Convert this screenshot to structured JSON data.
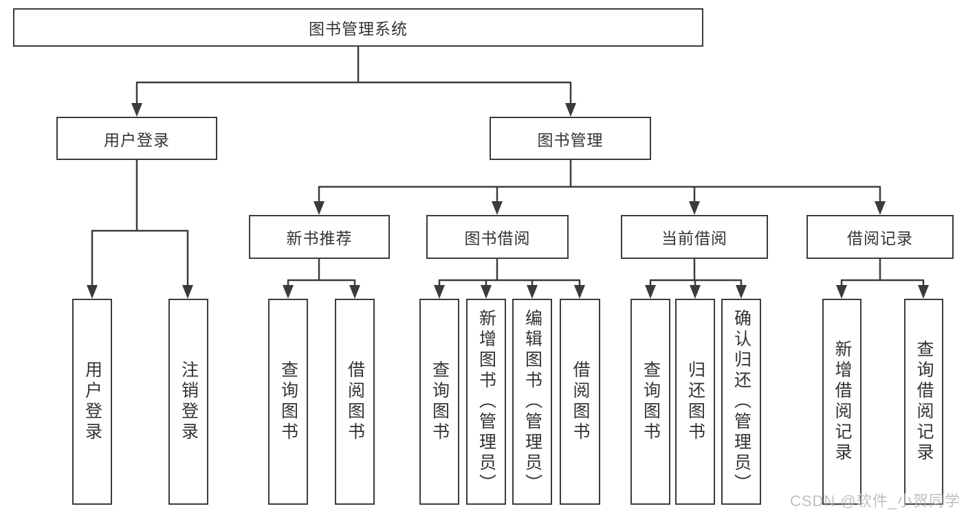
{
  "diagram_title": "图书管理系统",
  "tree": {
    "root": {
      "label": "图书管理系统"
    },
    "branches": [
      {
        "label": "用户登录",
        "children": [
          {
            "label": "用户登录"
          },
          {
            "label": "注销登录"
          }
        ]
      },
      {
        "label": "图书管理",
        "children": [
          {
            "label": "新书推荐",
            "children": [
              {
                "label": "查询图书"
              },
              {
                "label": "借阅图书"
              }
            ]
          },
          {
            "label": "图书借阅",
            "children": [
              {
                "label": "查询图书"
              },
              {
                "label": "新增图书（管理员）"
              },
              {
                "label": "编辑图书（管理员）"
              },
              {
                "label": "借阅图书"
              }
            ]
          },
          {
            "label": "当前借阅",
            "children": [
              {
                "label": "查询图书"
              },
              {
                "label": "归还图书"
              },
              {
                "label": "确认归还（管理员）"
              }
            ]
          },
          {
            "label": "借阅记录",
            "children": [
              {
                "label": "新增借阅记录"
              },
              {
                "label": "查询借阅记录"
              }
            ]
          }
        ]
      }
    ]
  },
  "watermark": {
    "text": "CSDN @软件_小贺同学"
  },
  "colors": {
    "line": "#3b3b3b",
    "box_border": "#3b3b3b",
    "text": "#333333",
    "watermark_text": "#b5b5b5",
    "background": "#ffffff"
  }
}
